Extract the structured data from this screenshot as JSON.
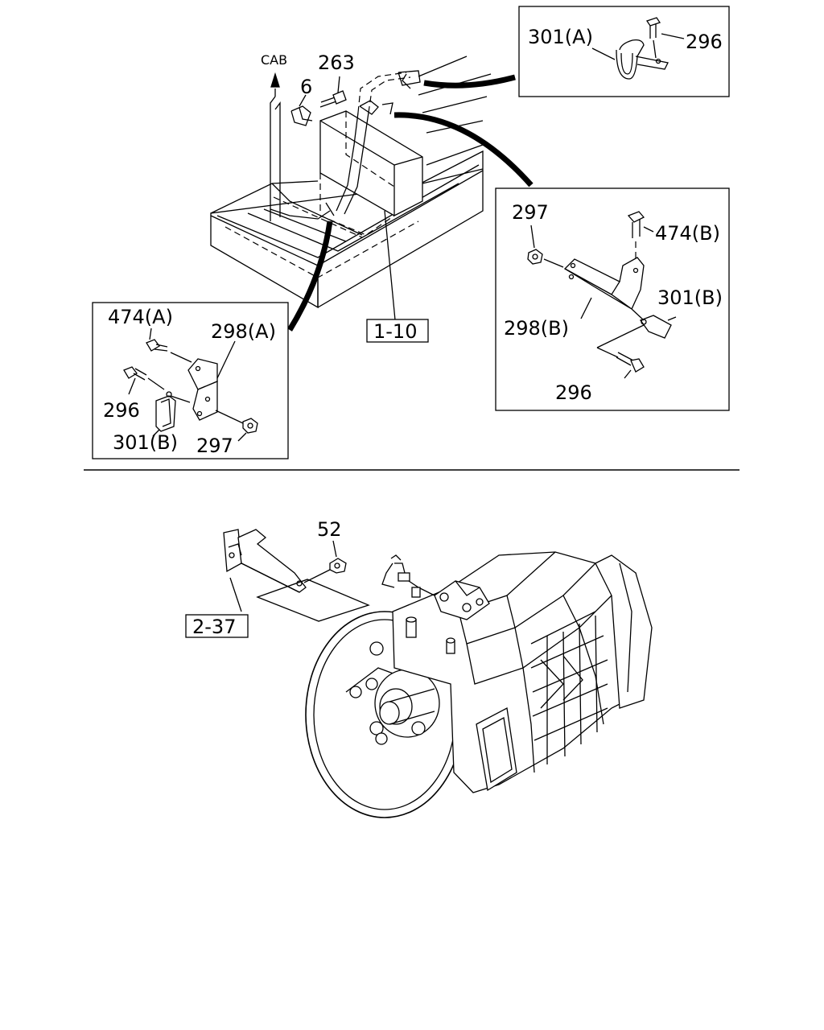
{
  "labels": {
    "cab": "CAB",
    "p263": "263",
    "p6": "6",
    "ref_1_10": "1-10",
    "ref_2_37": "2-37",
    "p52": "52"
  },
  "inset_top_right": {
    "l301a": "301(A)",
    "l296": "296"
  },
  "inset_mid_right": {
    "l297": "297",
    "l474b": "474(B)",
    "l301b": "301(B)",
    "l298b": "298(B)",
    "l296": "296"
  },
  "inset_left": {
    "l474a": "474(A)",
    "l298a": "298(A)",
    "l296": "296",
    "l301b": "301(B)",
    "l297": "297"
  }
}
